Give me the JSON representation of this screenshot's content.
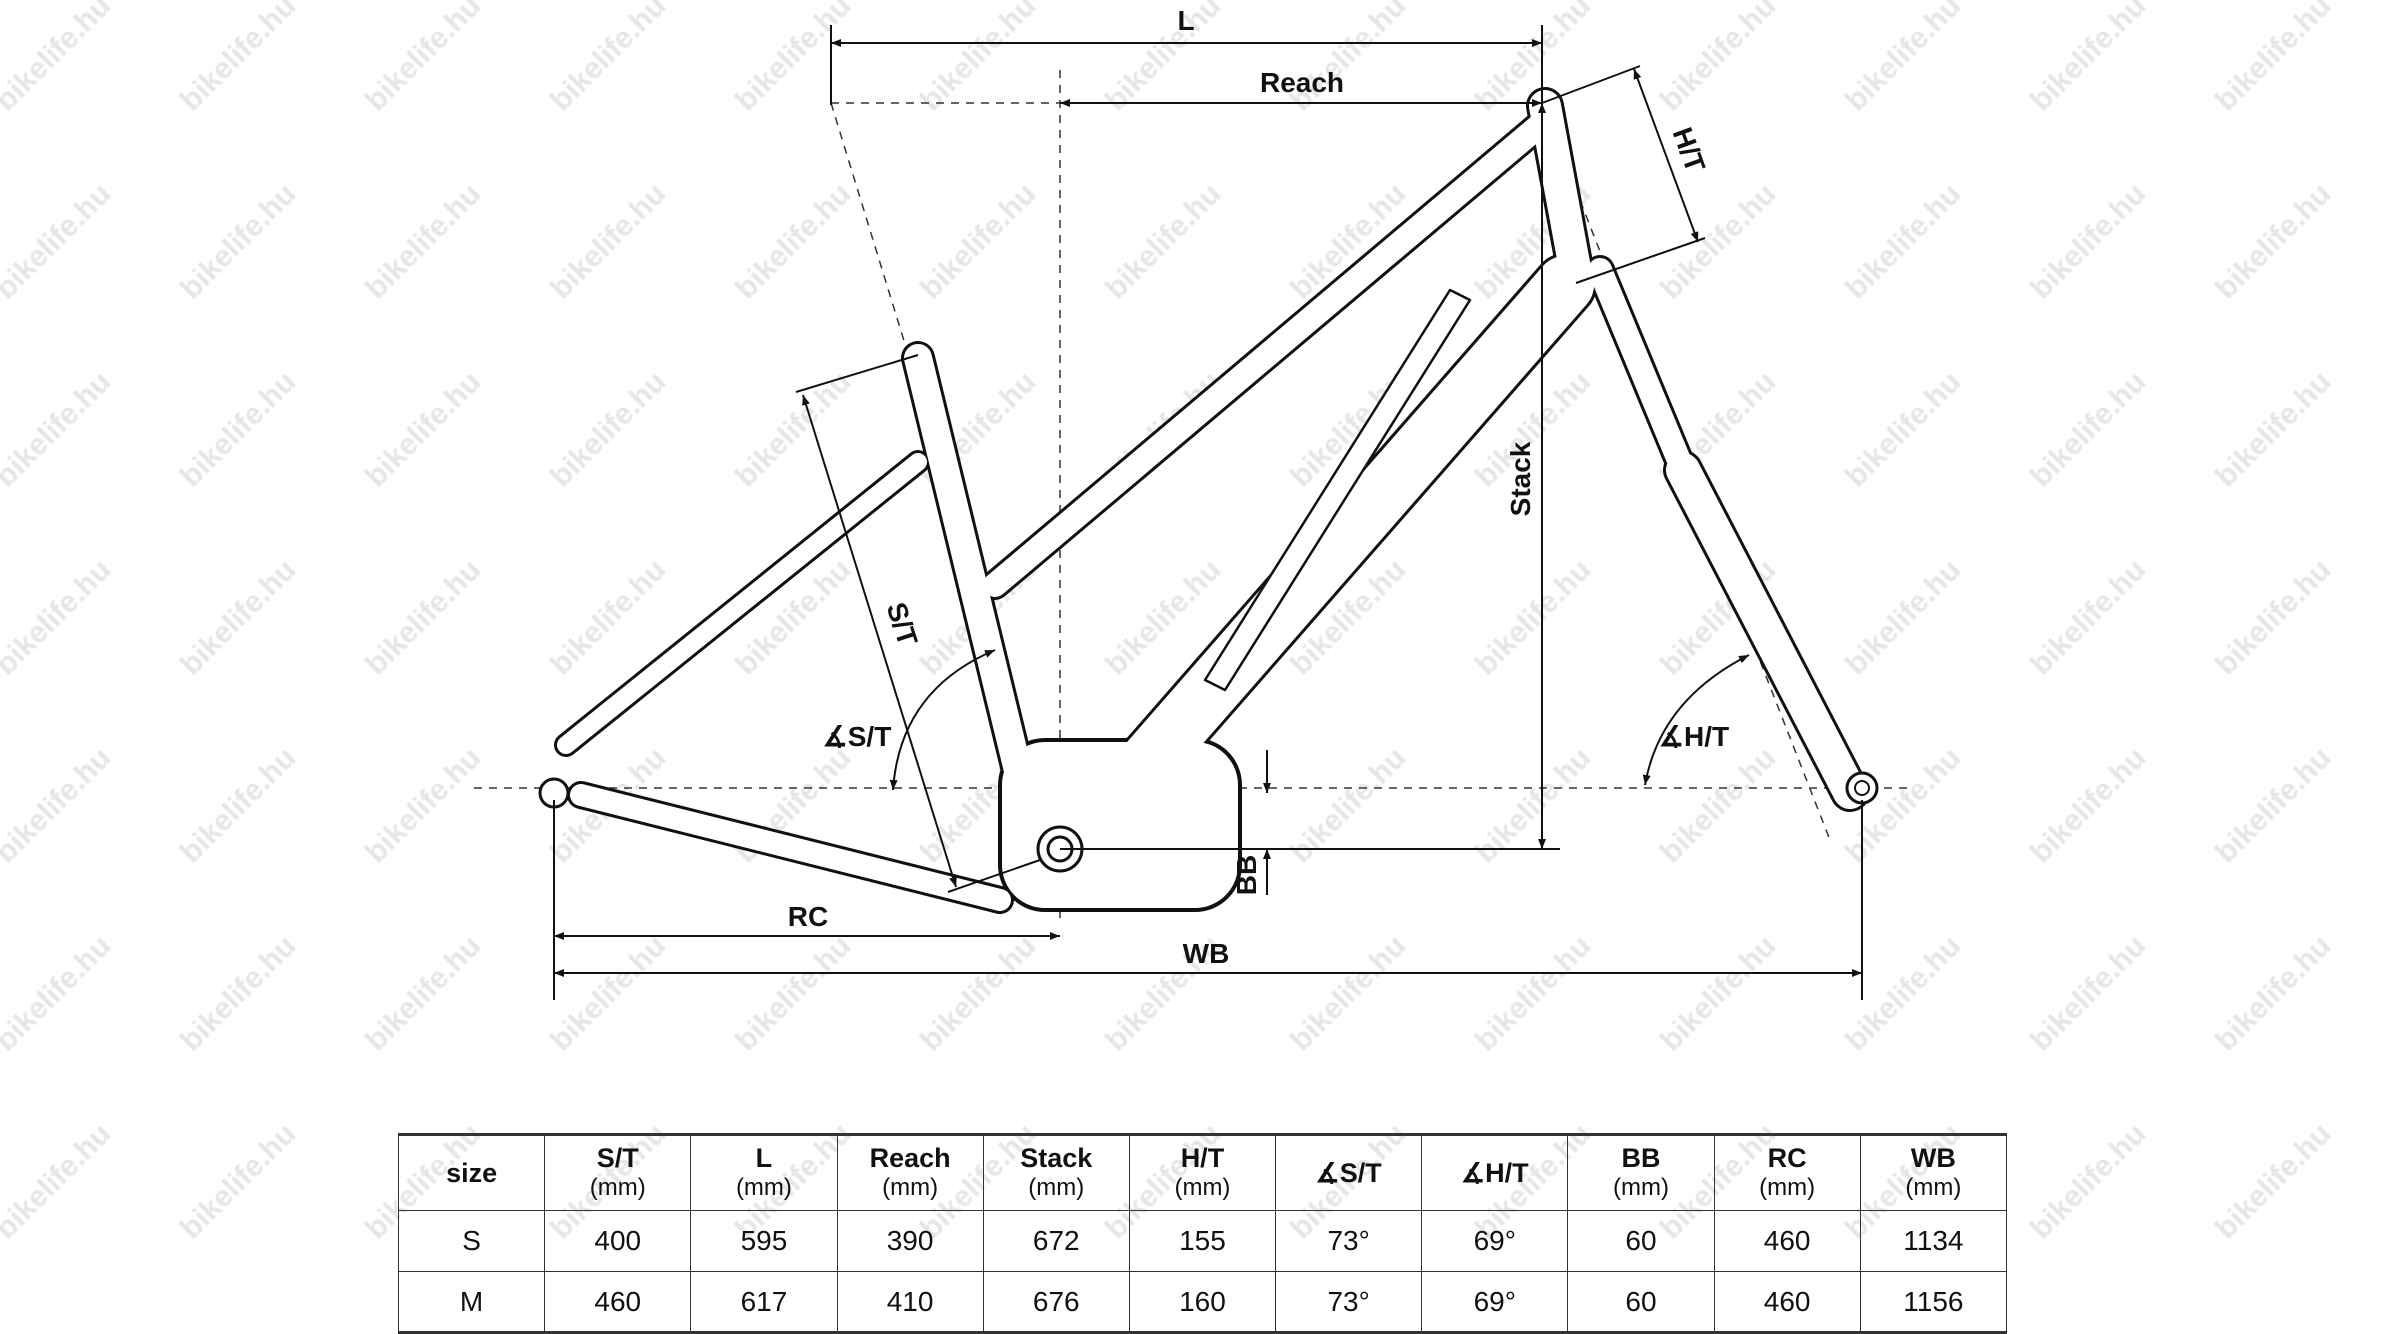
{
  "watermark": "bikelife.hu",
  "diagram_labels": {
    "L": "L",
    "reach": "Reach",
    "ht": "H/T",
    "stack": "Stack",
    "st": "S/T",
    "st_angle": "∡S/T",
    "ht_angle": "∡H/T",
    "bb": "BB",
    "rc": "RC",
    "wb": "WB"
  },
  "table": {
    "headers": [
      {
        "label": "size",
        "unit": ""
      },
      {
        "label": "S/T",
        "unit": "(mm)"
      },
      {
        "label": "L",
        "unit": "(mm)"
      },
      {
        "label": "Reach",
        "unit": "(mm)"
      },
      {
        "label": "Stack",
        "unit": "(mm)"
      },
      {
        "label": "H/T",
        "unit": "(mm)"
      },
      {
        "label": "∡S/T",
        "unit": ""
      },
      {
        "label": "∡H/T",
        "unit": ""
      },
      {
        "label": "BB",
        "unit": "(mm)"
      },
      {
        "label": "RC",
        "unit": "(mm)"
      },
      {
        "label": "WB",
        "unit": "(mm)"
      }
    ],
    "rows": [
      [
        "S",
        "400",
        "595",
        "390",
        "672",
        "155",
        "73°",
        "69°",
        "60",
        "460",
        "1134"
      ],
      [
        "M",
        "460",
        "617",
        "410",
        "676",
        "160",
        "73°",
        "69°",
        "60",
        "460",
        "1156"
      ]
    ]
  }
}
